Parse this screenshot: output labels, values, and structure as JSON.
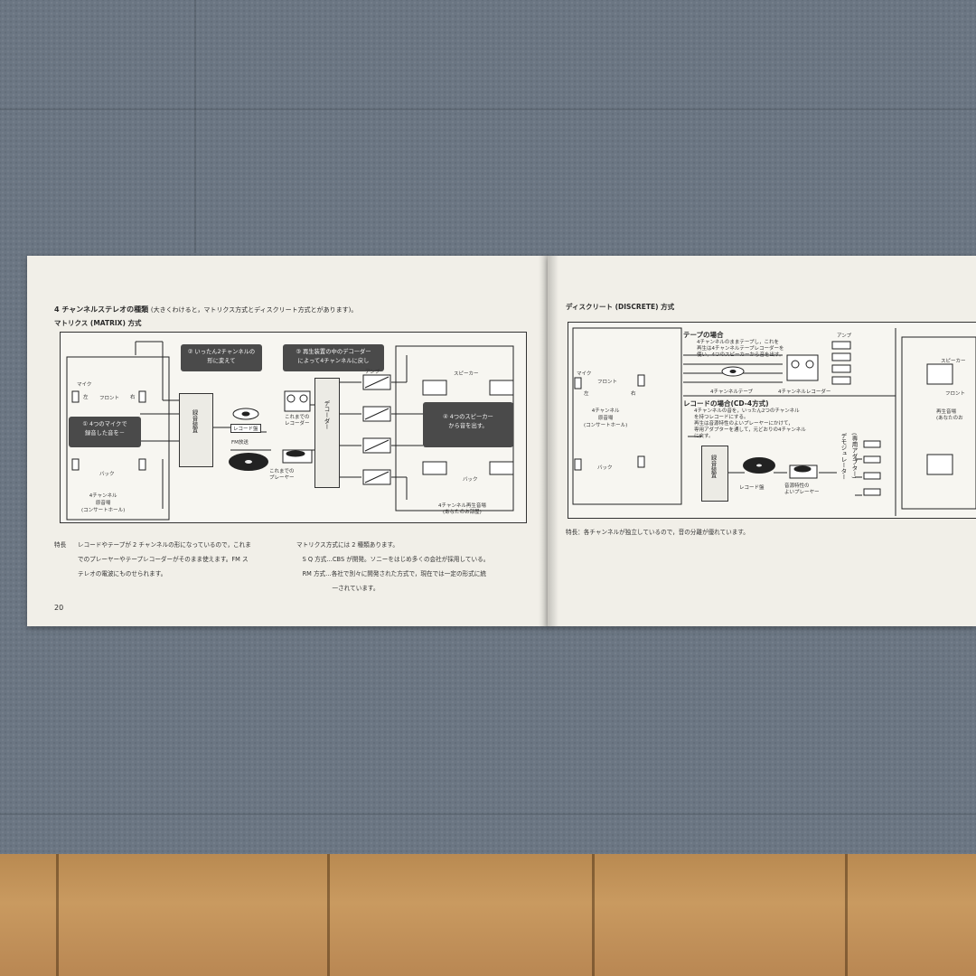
{
  "left_page": {
    "heading": "4 チャンネルステレオの種類",
    "heading_note": "(大きくわけると，マトリクス方式とディスクリート方式とがあります)。",
    "section_title": "マトリクス (MATRIX) 方式",
    "diagram": {
      "step1": "① 4つのマイクで\n録音した音を－",
      "step2": "② いったん2チャンネルの\n形に変えて",
      "step3": "③ 再生装置の中のデコーダー\nによって4チャンネルに戻し",
      "step4": "④ 4つのスピーカー\nから音を出す。",
      "mic": "マイク",
      "front": "フロント",
      "back": "バック",
      "left": "左",
      "right": "右",
      "hall": "4チャンネル\n原音場\n(コンサートホール)",
      "recorder_equipment": "録音装置",
      "record_tape": "レコード盤",
      "fm": "FM放送",
      "tape_recorder": "これまでの\nレコーダー",
      "player": "これまでの\nプレーヤー",
      "decoder": "デコーダー",
      "amp": "アンプ",
      "speaker": "スピーカー",
      "playback_field": "4チャンネル再生音場\n(あなたのお部屋)"
    },
    "note_label": "特長",
    "note_text": "レコードやテープが 2 チャンネルの形になっているので，これま\nでのプレーヤーやテープレコーダーがそのまま使えます。FM ス\nテレオの電波にものせられます。",
    "matrix_types_text": "マトリクス方式には 2 種類あります。\n　S Q 方式…CBS が開発。ソニーをはじめ多くの会社が採用している。\n　RM 方式…各社で別々に開発された方式で，現在では一定の形式に統\n　　　　　　一されています。",
    "page_number": "20"
  },
  "right_page": {
    "section_title": "ディスクリート (DISCRETE) 方式",
    "tape_case": "テープの場合",
    "tape_text": "4チャンネルのままテープし，これを\n再生は4チャンネルテープレコーダーを\n使い，4つのスピーカーから音を出す。",
    "record_case": "レコードの場合(CD-4方式)",
    "record_text": "4チャンネルの音を，いったん2つのチャンネル\nを持つレコードにする。\n再生は音源特性のよいプレーヤーにかけて，\n専用アダプターを通して，元どおりの4チャンネル\nに戻す。",
    "tape_label": "4チャンネルテープ",
    "tape_recorder_label": "4チャンネルレコーダー",
    "amp": "アンプ",
    "speaker": "スピーカー",
    "front": "フロント",
    "back": "バック",
    "mic": "マイク",
    "left": "左",
    "right": "右",
    "hall": "4チャンネル\n原音場\n(コンサートホール)",
    "recorder_equipment": "録音装置",
    "record_disc": "レコード盤",
    "demodulator": "デモジュレーター",
    "adapter": "(専用アダプター)",
    "player": "音源特性の\nよいプレーヤー",
    "playback_field": "再生音場\n(あなたのお",
    "note": "特長：各チャンネルが独立しているので，音の分離が優れています。"
  }
}
